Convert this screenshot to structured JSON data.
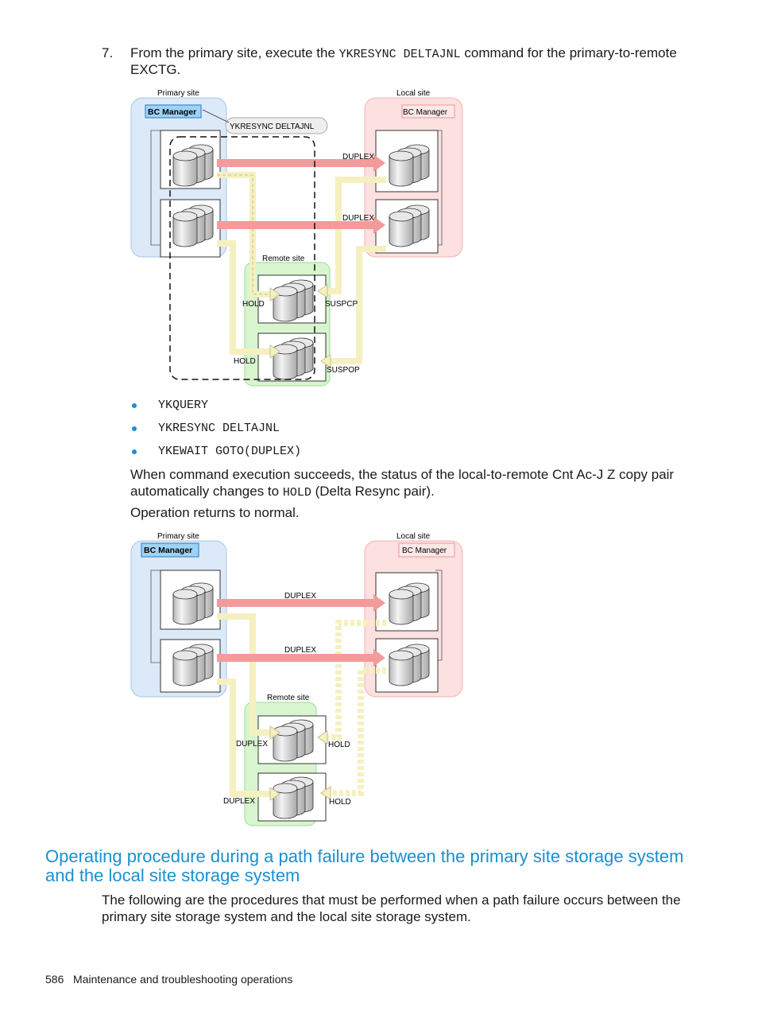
{
  "step": {
    "number": "7.",
    "text_before": "From the primary site, execute the ",
    "command": "YKRESYNC DELTAJNL",
    "text_after": " command for the primary-to-remote",
    "line2": "EXCTG."
  },
  "diagram1": {
    "primary_site_label": "Primary site",
    "local_site_label": "Local site",
    "remote_site_label": "Remote site",
    "bc_manager_primary": "BC Manager",
    "bc_manager_local": "BC Manager",
    "callout": "YKRESYNC DELTAJNL",
    "arrow1_label": "DUPLEX",
    "arrow2_label": "DUPLEX",
    "remote1_left_label": "HOLD",
    "remote1_right_label": "SUSPCP",
    "remote2_left_label": "HOLD",
    "remote2_right_label": "SUSPOP"
  },
  "bullets": [
    "YKQUERY",
    "YKRESYNC DELTAJNL",
    "YKEWAIT GOTO(DUPLEX)"
  ],
  "para1": {
    "line1": "When command execution succeeds, the status of the local-to-remote Cnt Ac-J Z copy pair",
    "line2_before": "automatically changes to ",
    "line2_code": "HOLD",
    "line2_after": " (Delta Resync pair)."
  },
  "para2": "Operation returns to normal.",
  "diagram2": {
    "primary_site_label": "Primary site",
    "local_site_label": "Local site",
    "remote_site_label": "Remote site",
    "bc_manager_primary": "BC Manager",
    "bc_manager_local": "BC Manager",
    "arrow1_label": "DUPLEX",
    "arrow2_label": "DUPLEX",
    "remote1_left_label": "DUPLEX",
    "remote1_right_label": "HOLD",
    "remote2_left_label": "DUPLEX",
    "remote2_right_label": "HOLD"
  },
  "section_heading_line1": "Operating procedure during a path failure between the primary site storage system",
  "section_heading_line2": "and the local site storage system",
  "section_body_line1": "The following are the procedures that must be performed when a path failure occurs between the",
  "section_body_line2": "primary site storage system and the local site storage system.",
  "footer": {
    "page_number": "586",
    "title": "Maintenance and troubleshooting operations"
  }
}
